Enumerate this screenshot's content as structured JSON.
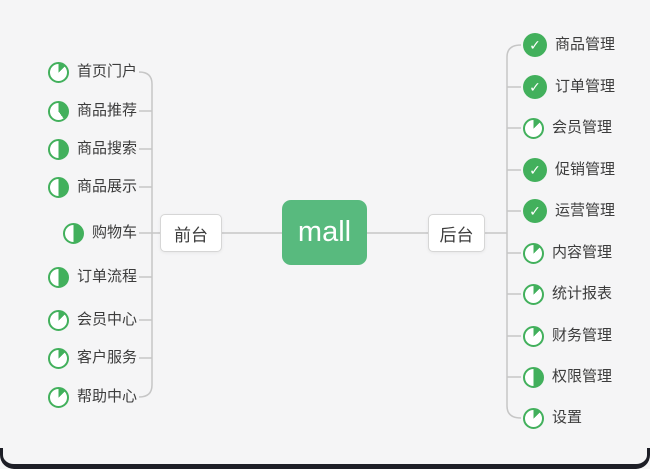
{
  "root": {
    "label": "mall"
  },
  "front": {
    "label": "前台",
    "items": [
      {
        "label": "首页门户",
        "icon": "pie-12"
      },
      {
        "label": "商品推荐",
        "icon": "pie-40"
      },
      {
        "label": "商品搜索",
        "icon": "pie-50"
      },
      {
        "label": "商品展示",
        "icon": "pie-50"
      },
      {
        "label": "购物车",
        "icon": "pie-50"
      },
      {
        "label": "订单流程",
        "icon": "pie-50"
      },
      {
        "label": "会员中心",
        "icon": "pie-12"
      },
      {
        "label": "客户服务",
        "icon": "pie-12"
      },
      {
        "label": "帮助中心",
        "icon": "pie-12"
      }
    ]
  },
  "back": {
    "label": "后台",
    "items": [
      {
        "label": "商品管理",
        "icon": "check"
      },
      {
        "label": "订单管理",
        "icon": "check"
      },
      {
        "label": "会员管理",
        "icon": "pie-12"
      },
      {
        "label": "促销管理",
        "icon": "check"
      },
      {
        "label": "运营管理",
        "icon": "check"
      },
      {
        "label": "内容管理",
        "icon": "pie-12"
      },
      {
        "label": "统计报表",
        "icon": "pie-12"
      },
      {
        "label": "财务管理",
        "icon": "pie-12"
      },
      {
        "label": "权限管理",
        "icon": "pie-50"
      },
      {
        "label": "设置",
        "icon": "pie-12"
      }
    ]
  },
  "colors": {
    "accent_green": "#42b05c",
    "root_node_green": "#58ba7e",
    "connector_gray": "#c6c6c6",
    "frame_dark": "#1d1e26",
    "background": "#f5f5f6",
    "text": "#3c3c3c"
  }
}
